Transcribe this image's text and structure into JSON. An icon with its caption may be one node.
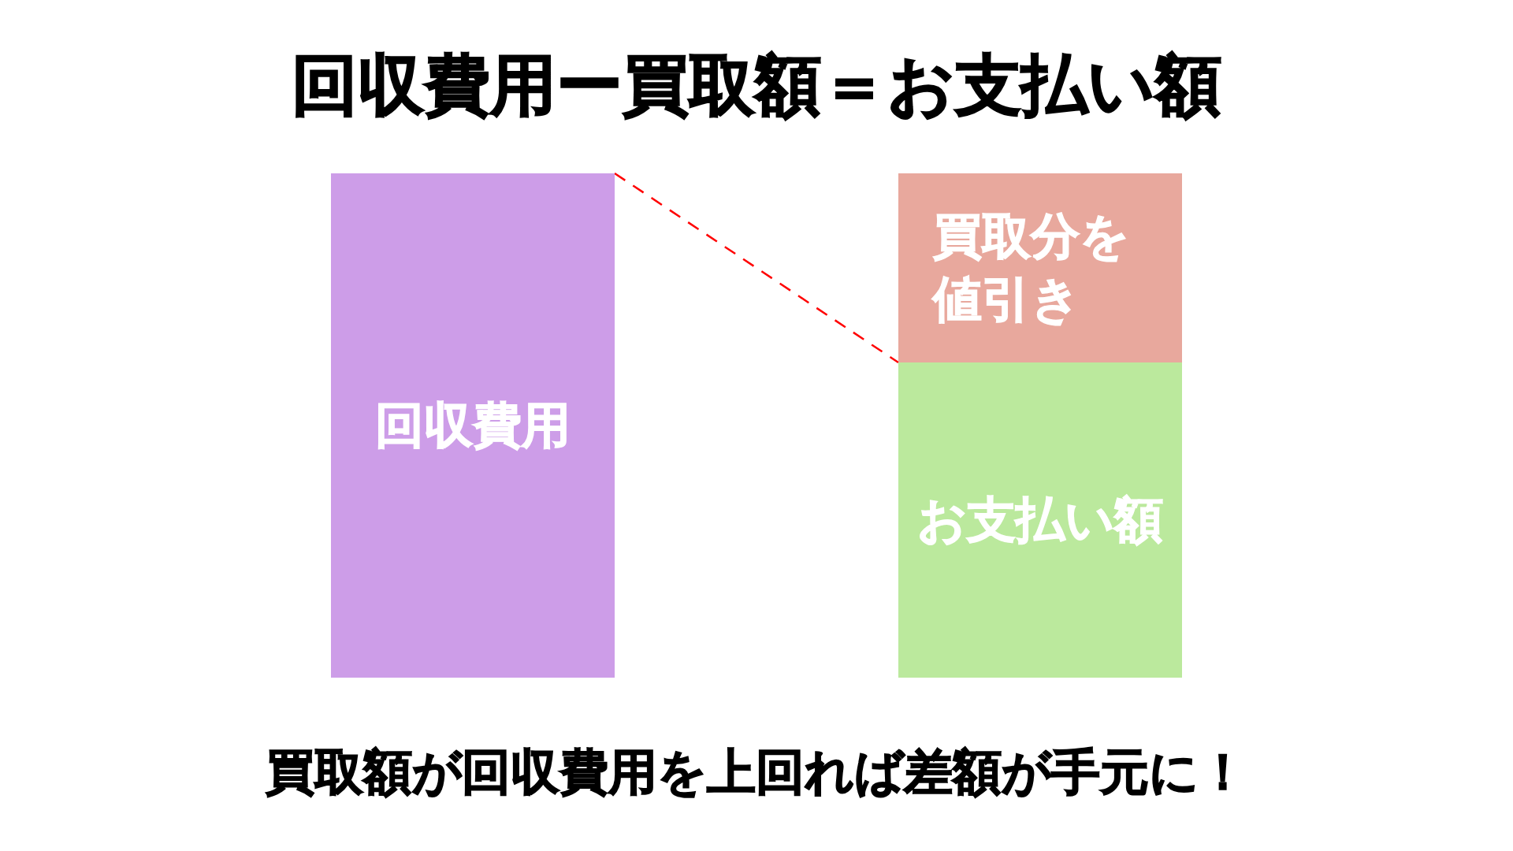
{
  "diagram": {
    "title": "回収費用ー買取額＝お支払い額",
    "nodes": [
      {
        "text": [
          "回収費用"
        ]
      },
      {
        "text": [
          "買取分を値引き"
        ]
      },
      {
        "text": [
          "お支払い額"
        ]
      }
    ],
    "edges": [
      {
        "from": 0,
        "to": 1,
        "arrow": "none",
        "style": "dashed",
        "color": "#ff0000"
      }
    ],
    "caption": "買取額が回収費用を上回れば差額が手元に！"
  }
}
